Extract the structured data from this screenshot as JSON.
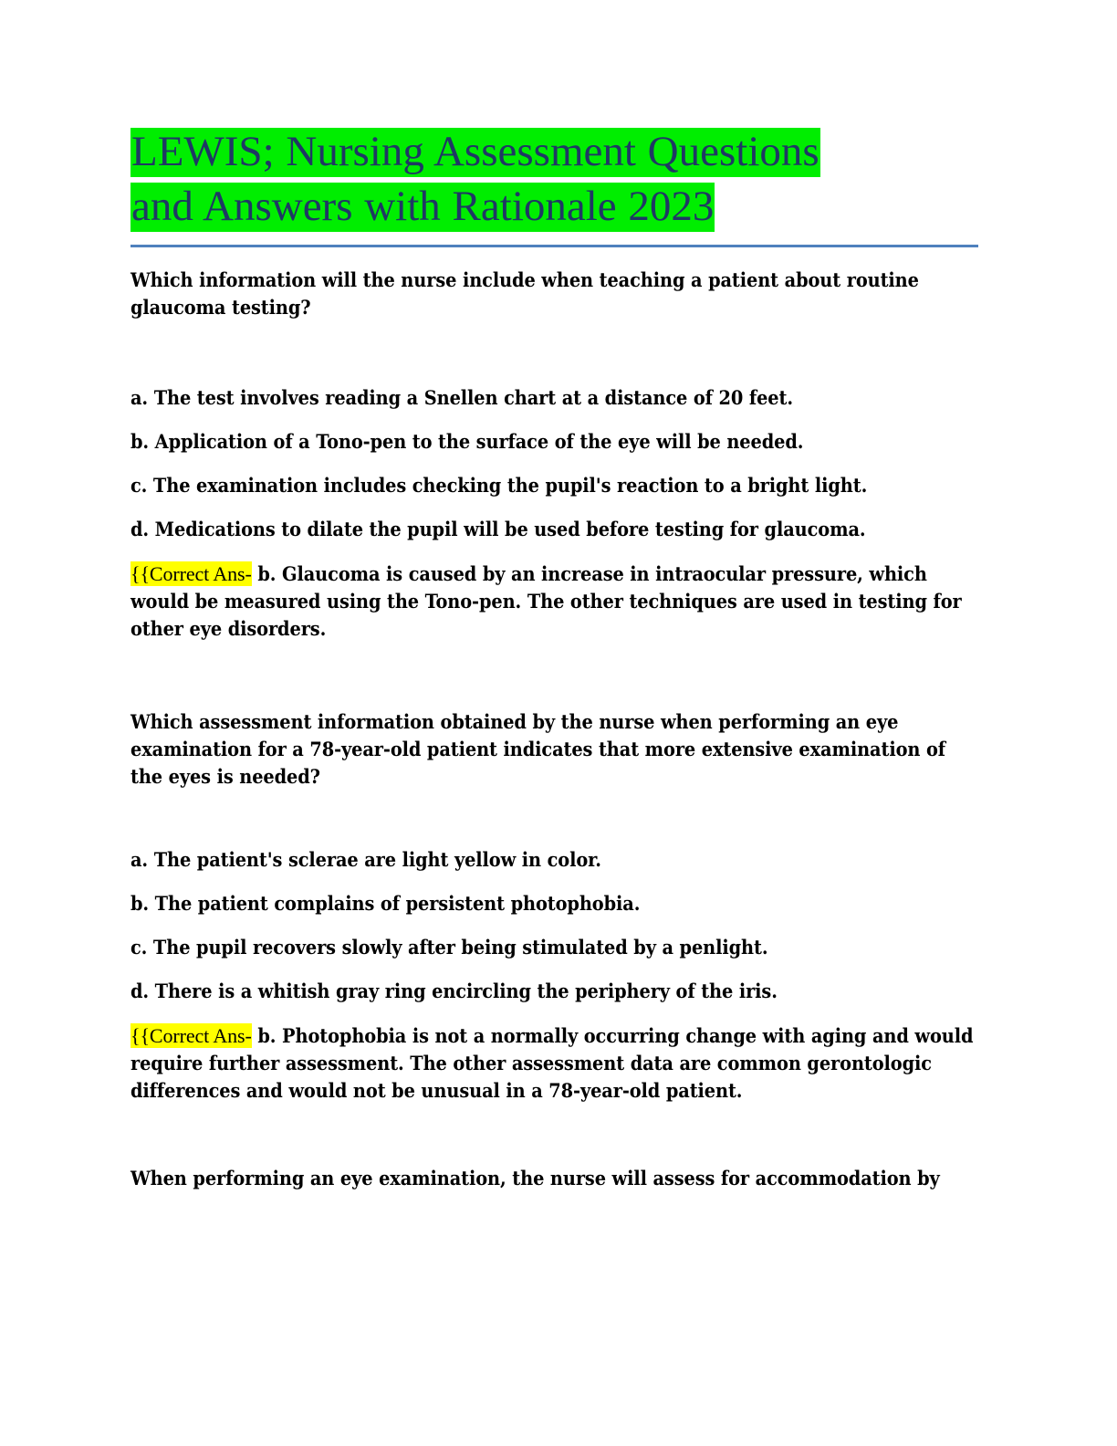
{
  "document": {
    "title_line_1": "LEWIS; Nursing Assessment Questions",
    "title_line_2": "and Answers with Rationale 2023",
    "title_highlight_color": "#00EE00",
    "title_text_color": "#1F3864",
    "rule_color": "#4F81BD",
    "answer_highlight_color": "#FFFF00",
    "page_background": "#FFFFFF"
  },
  "questions": [
    {
      "stem": "Which information will the nurse include when teaching a patient about routine glaucoma testing?",
      "options": [
        "a. The test involves reading a Snellen chart at a distance of 20 feet.",
        "b. Application of a Tono-pen to the surface of the eye will be needed.",
        "c. The examination includes checking the pupil's reaction to a bright light.",
        "d. Medications to dilate the pupil will be used before testing for glaucoma."
      ],
      "answer_marker": "{{Correct Ans-",
      "rationale": " b. Glaucoma is caused by an increase in intraocular pressure, which would be measured using the Tono-pen. The other techniques are used in testing for other eye disorders."
    },
    {
      "stem": "Which assessment information obtained by the nurse when performing an eye examination for a 78-year-old patient indicates that more extensive examination of the eyes is needed?",
      "options": [
        "a. The patient's sclerae are light yellow in color.",
        "b. The patient complains of persistent photophobia.",
        "c. The pupil recovers slowly after being stimulated by a penlight.",
        "d. There is a whitish gray ring encircling the periphery of the iris."
      ],
      "answer_marker": "{{Correct Ans-",
      "rationale": " b. Photophobia is not a normally occurring change with aging and would require further assessment. The other assessment data are common gerontologic differences and would not be unusual in a 78-year-old patient."
    },
    {
      "stem": "When performing an eye examination, the nurse will assess for accommodation by",
      "options": [],
      "answer_marker": "",
      "rationale": ""
    }
  ]
}
